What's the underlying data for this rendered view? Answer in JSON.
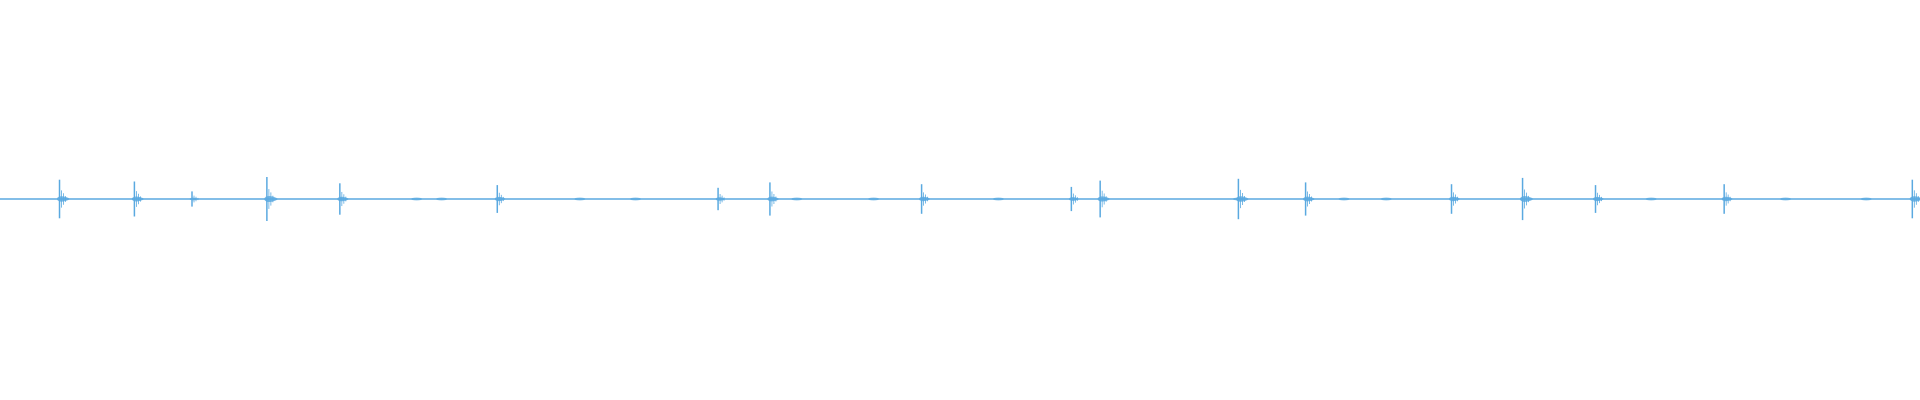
{
  "waveform": {
    "color": "#5aa9e0",
    "background": "#ffffff",
    "duration_relative": 1.0,
    "peaks": [
      {
        "t": 0.031,
        "amp": 0.85
      },
      {
        "t": 0.07,
        "amp": 0.75
      },
      {
        "t": 0.1,
        "amp": 0.2
      },
      {
        "t": 0.139,
        "amp": 1.0
      },
      {
        "t": 0.177,
        "amp": 0.65
      },
      {
        "t": 0.259,
        "amp": 0.55
      },
      {
        "t": 0.374,
        "amp": 0.4
      },
      {
        "t": 0.401,
        "amp": 0.7
      },
      {
        "t": 0.48,
        "amp": 0.6
      },
      {
        "t": 0.558,
        "amp": 0.45
      },
      {
        "t": 0.573,
        "amp": 0.8
      },
      {
        "t": 0.645,
        "amp": 0.9
      },
      {
        "t": 0.68,
        "amp": 0.7
      },
      {
        "t": 0.756,
        "amp": 0.6
      },
      {
        "t": 0.793,
        "amp": 0.95
      },
      {
        "t": 0.831,
        "amp": 0.55
      },
      {
        "t": 0.898,
        "amp": 0.6
      },
      {
        "t": 0.996,
        "amp": 0.85
      }
    ],
    "faint_bumps": [
      0.217,
      0.23,
      0.302,
      0.331,
      0.415,
      0.455,
      0.52,
      0.645,
      0.7,
      0.722,
      0.86,
      0.93,
      0.972
    ],
    "max_amp": 0.09
  }
}
